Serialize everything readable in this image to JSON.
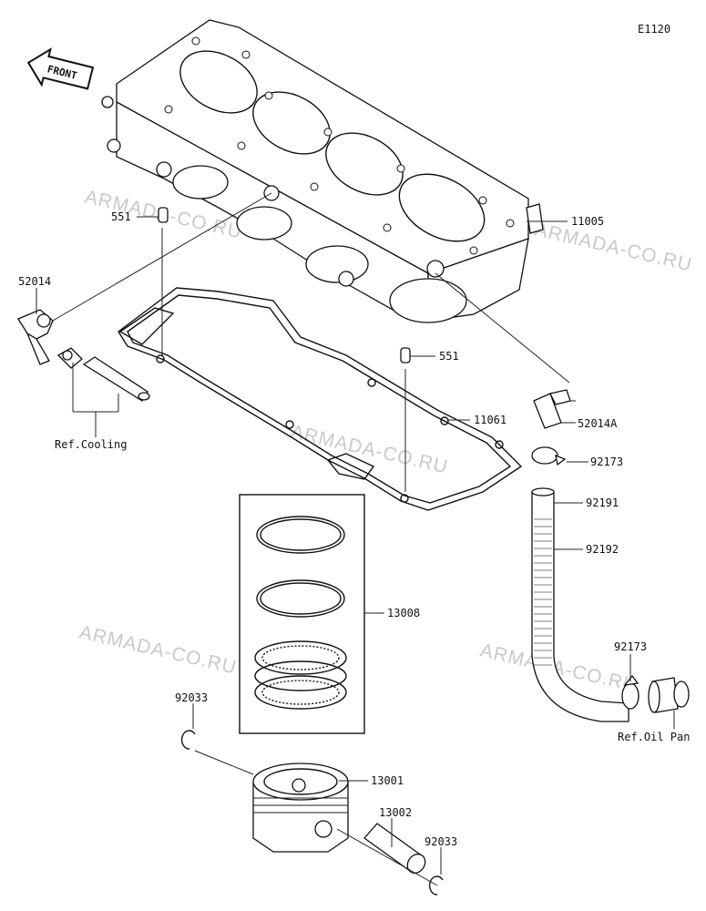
{
  "diagram_code": "E1120",
  "front_label": "FRONT",
  "watermark": "ARMADA-CO.RU",
  "parts": {
    "cylinder": "11005",
    "dowel_upper": "551",
    "dowel_lower": "551",
    "fitting_left": "52014",
    "fitting_right": "52014A",
    "gasket": "11061",
    "clamp_upper": "92173",
    "hose_end": "92191",
    "hose": "92192",
    "clamp_lower": "92173",
    "ring_set": "13008",
    "circlip_left": "92033",
    "piston": "13001",
    "piston_pin": "13002",
    "circlip_right": "92033"
  },
  "refs": {
    "cooling": "Ref.Cooling",
    "oil_pan": "Ref.Oil Pan"
  }
}
